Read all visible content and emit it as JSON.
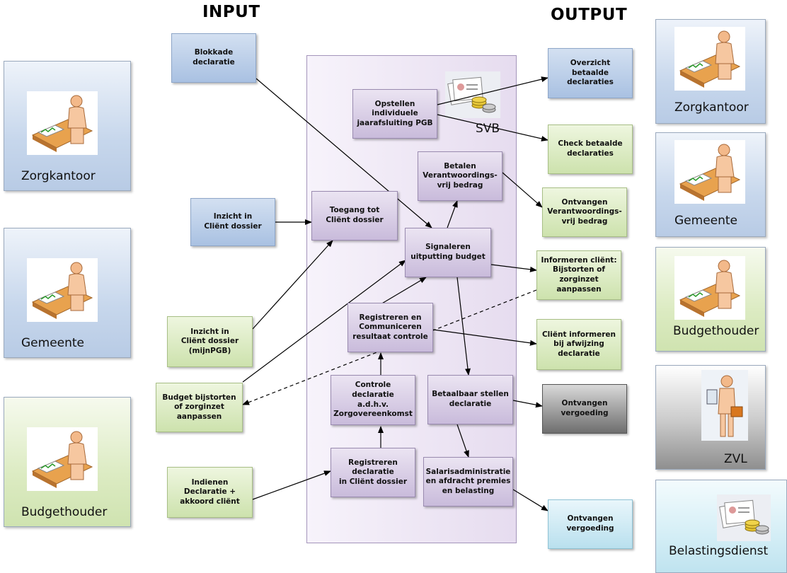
{
  "headings": {
    "input": "INPUT",
    "output": "OUTPUT"
  },
  "actors_left": [
    {
      "label": "Zorgkantoor",
      "icon": "desk-worker-icon"
    },
    {
      "label": "Gemeente",
      "icon": "desk-worker-icon"
    },
    {
      "label": "Budgethouder",
      "icon": "desk-worker-icon"
    }
  ],
  "actors_right": [
    {
      "label": "Zorgkantoor",
      "icon": "desk-worker-icon"
    },
    {
      "label": "Gemeente",
      "icon": "desk-worker-icon"
    },
    {
      "label": "Budgethouder",
      "icon": "desk-worker-icon"
    },
    {
      "label": "ZVL",
      "icon": "standing-worker-icon"
    },
    {
      "label": "Belastingsdienst",
      "icon": "documents-coins-icon"
    }
  ],
  "inputs": {
    "blokkade": "Blokkade\ndeclaratie",
    "inzicht_blue": "Inzicht in\nCliënt dossier",
    "inzicht_green": "Inzicht in\nCliënt dossier\n(mijnPGB)",
    "budget": "Budget bijstorten\nof zorginzet\naanpassen",
    "indienen": "Indienen\nDeclaratie +\nakkoord cliënt"
  },
  "process": {
    "opstellen": "Opstellen\nindividuele\njaarafsluiting PGB",
    "svb_label": "SVB",
    "betalen": "Betalen\nVerantwoordings-\nvrij bedrag",
    "toegang": "Toegang tot\nCliënt dossier",
    "signaleren": "Signaleren\nuitputting  budget",
    "registreren_comm": "Registreren en\nCommuniceren\nresultaat controle",
    "controle": "Controle  declaratie\na.d.h.v.\nZorgovereenkomst",
    "betaalbaar": "Betaalbaar stellen\ndeclaratie",
    "registreren_decl": "Registreren\ndeclaratie\nin Cliënt dossier",
    "salaris": "Salarisadministratie\nen afdracht premies\nen belasting"
  },
  "outputs": {
    "overzicht": "Overzicht betaalde\ndeclaraties",
    "check": "Check betaalde\ndeclaraties",
    "ontvangen_vrij": "Ontvangen\nVerantwoordings-\nvrij bedrag",
    "informeren": "Informeren cliënt:\nBijstorten of\nzorginzet\naanpassen",
    "client_info": "Cliënt informeren\nbij afwijzing\ndeclaratie",
    "ontvangen_verg_zvl": "Ontvangen\nvergoeding",
    "ontvangen_verg_bel": "Ontvangen\nvergoeding"
  }
}
